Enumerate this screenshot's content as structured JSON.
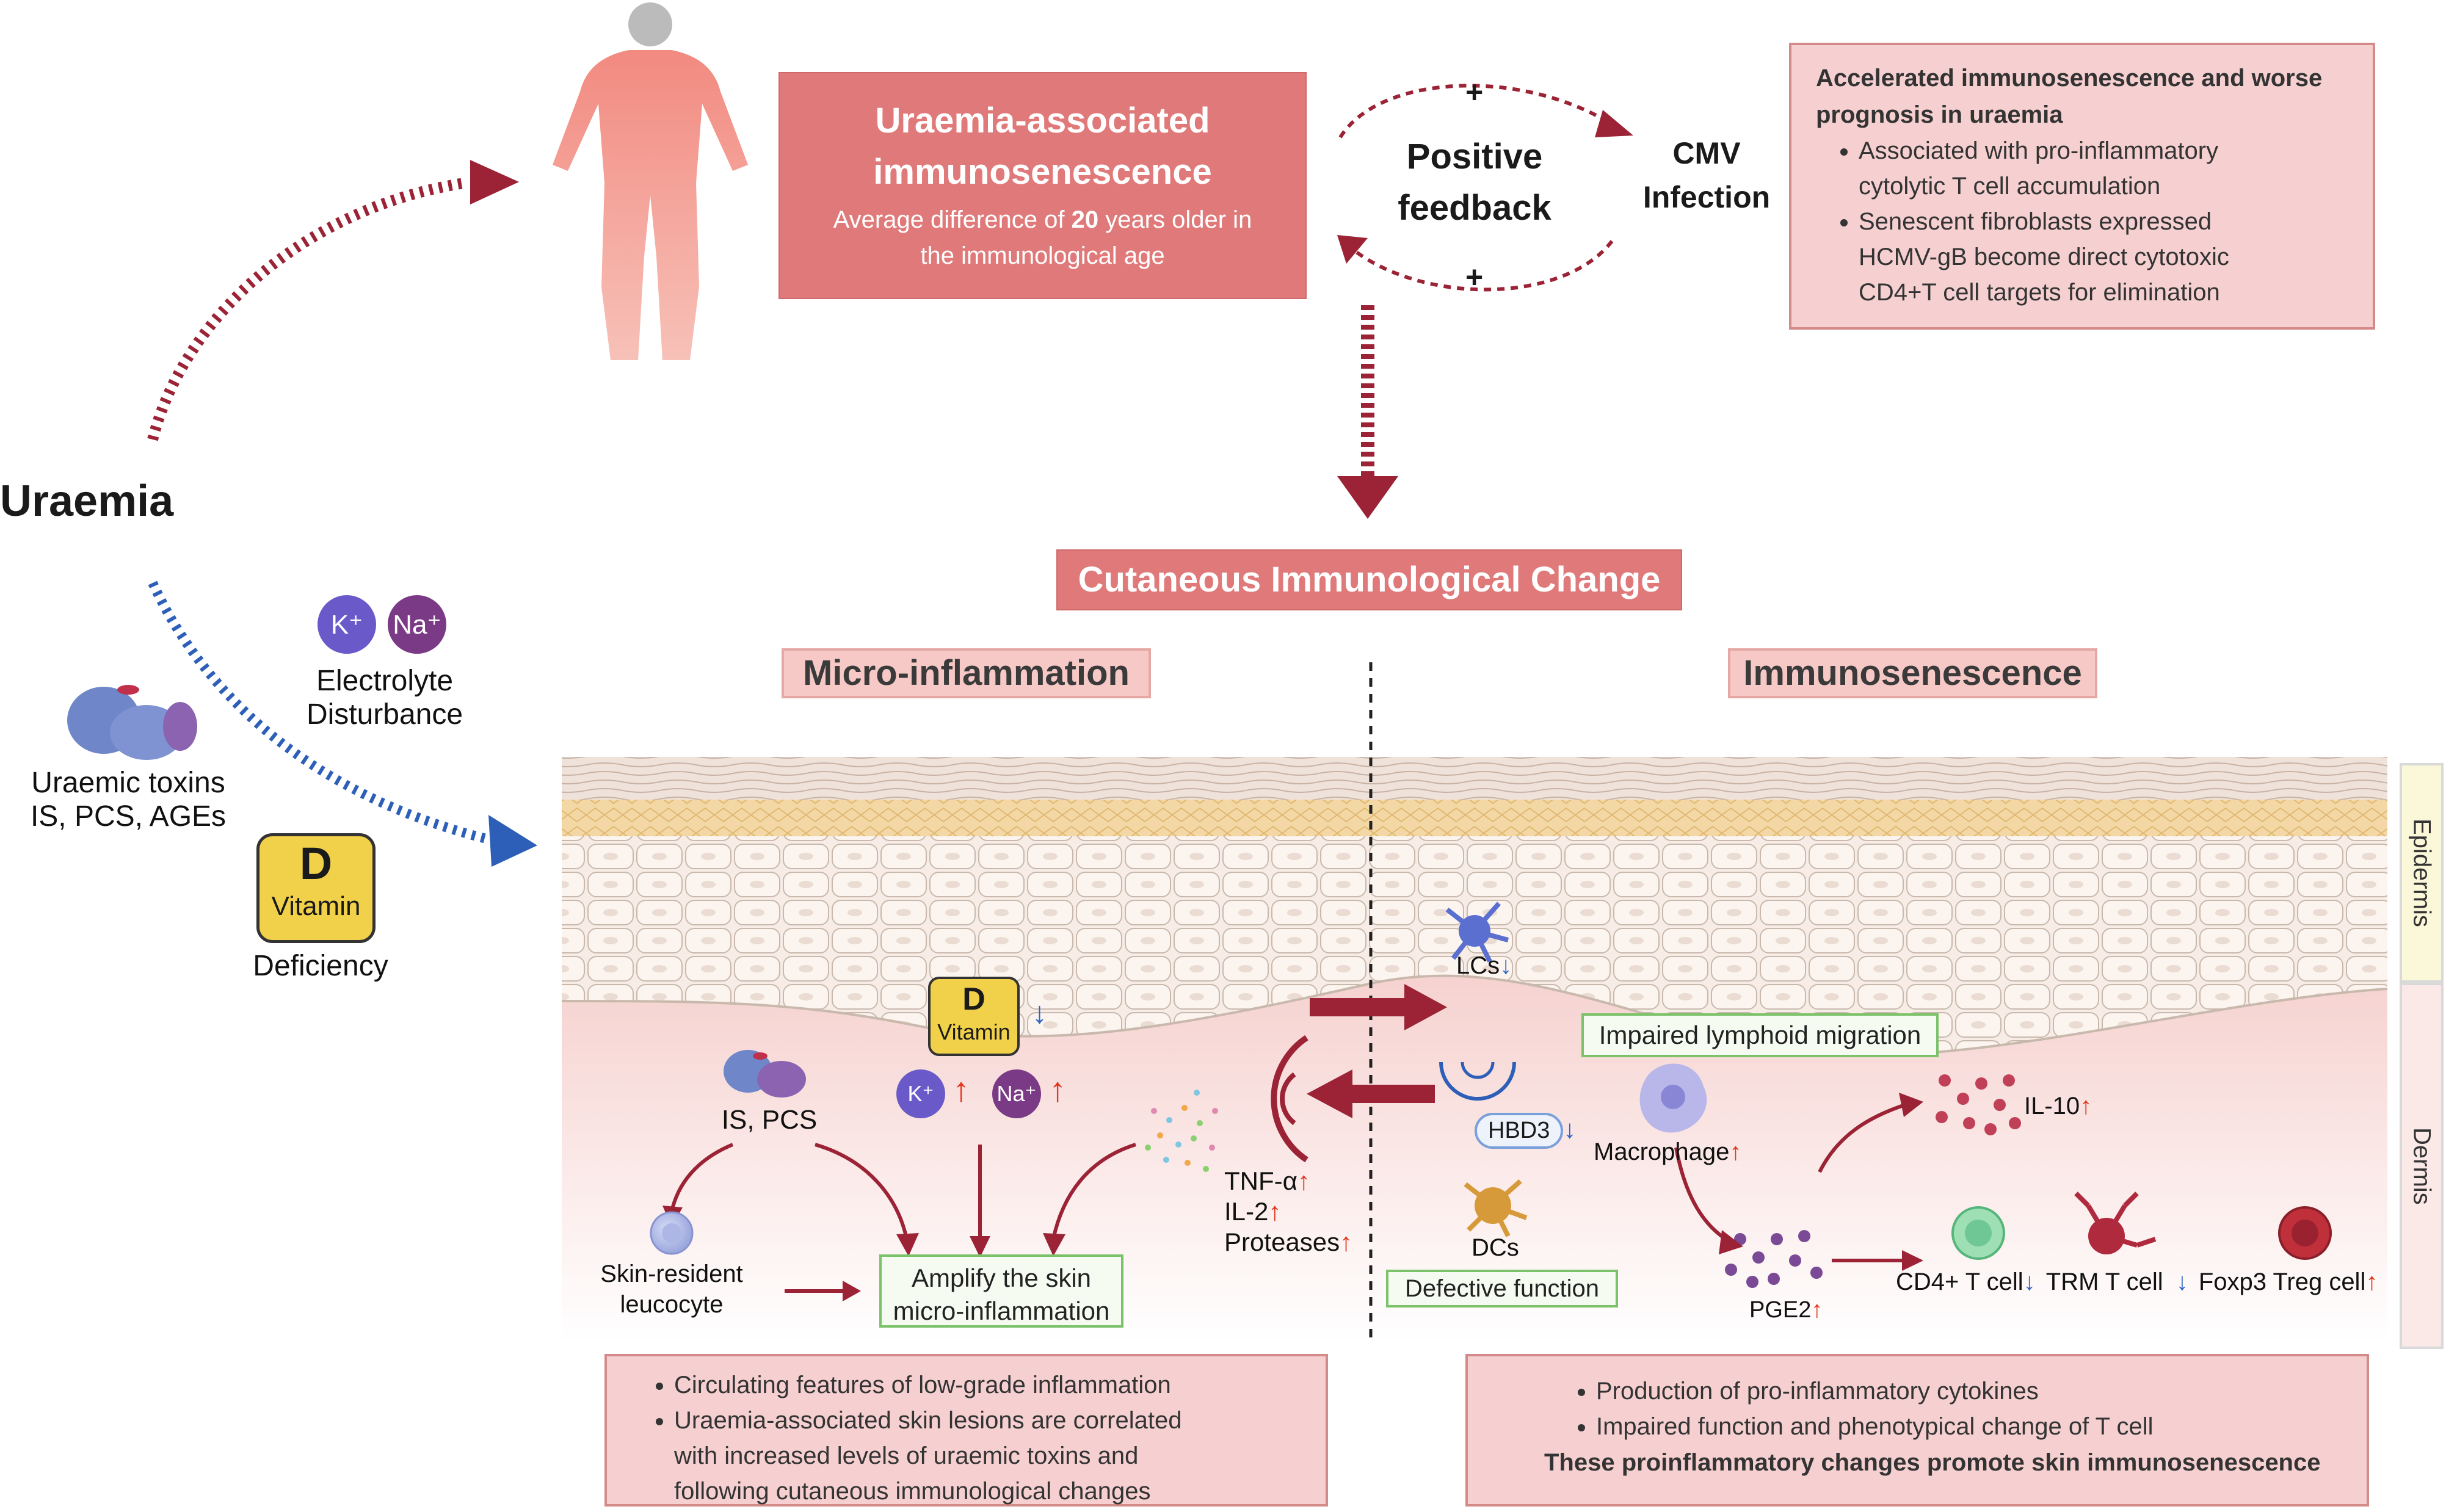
{
  "uraemia": "Uraemia",
  "toxins": {
    "line1": "Uraemic toxins",
    "line2": "IS, PCS, AGEs"
  },
  "electrolyte": {
    "k": "K⁺",
    "na": "Na⁺",
    "line1": "Electrolyte",
    "line2": "Disturbance"
  },
  "vitd": {
    "letter": "D",
    "word": "Vitamin",
    "caption": "Deficiency"
  },
  "main_box": {
    "title1": "Uraemia-associated",
    "title2": "immunosenescence",
    "sub_prefix": "Average difference of ",
    "sub_bold": "20",
    "sub_suffix": " years older in",
    "sub_line2": "the immunological age"
  },
  "feedback": {
    "line1": "Positive",
    "line2": "feedback",
    "plus": "+"
  },
  "cmv": {
    "line1": "CMV",
    "line2": "Infection"
  },
  "info_box": {
    "title1": "Accelerated immunosenescence and worse",
    "title2": "prognosis in uraemia",
    "b1_1": "Associated with pro-inflammatory",
    "b1_2": "cytolytic T cell accumulation",
    "b2_1": "Senescent fibroblasts expressed",
    "b2_2": "HCMV-gB become direct cytotoxic",
    "b2_3": "CD4+T cell targets for elimination"
  },
  "cutaneous": "Cutaneous Immunological Change",
  "micro": "Micro-inflammation",
  "immuno": "Immunosenescence",
  "epidermis": "Epidermis",
  "dermis": "Dermis",
  "skin": {
    "is_pcs": "IS, PCS",
    "k": "K⁺",
    "na": "Na⁺",
    "d": "D",
    "vitamin": "Vitamin",
    "skin_resident1": "Skin-resident",
    "skin_resident2": "leucocyte",
    "amplify1": "Amplify the skin",
    "amplify2": "micro-inflammation",
    "tnf": "TNF-α",
    "il2": "IL-2",
    "proteases": "Proteases",
    "lcs": "LCs",
    "impaired": "Impaired lymphoid migration",
    "hbd3": "HBD3",
    "dcs": "DCs",
    "defective": "Defective function",
    "macrophage": "Macrophage",
    "il10": "IL-10",
    "pge2": "PGE2",
    "cd4": "CD4+ T cell",
    "trm": "TRM T cell",
    "foxp3": "Foxp3 Treg cell",
    "up": "↑",
    "down": "↓"
  },
  "bottom_left": {
    "b1": "Circulating features of low-grade inflammation",
    "b2_1": "Uraemia-associated skin lesions are correlated",
    "b2_2": "with increased levels of uraemic toxins and",
    "b2_3": "following cutaneous immunological changes"
  },
  "bottom_right": {
    "b1": "Production of pro-inflammatory cytokines",
    "b2": "Impaired function and phenotypical change of T cell",
    "bold": "These proinflammatory changes promote skin immunosenescence"
  },
  "colors": {
    "dark_red": "#9b2335",
    "blue": "#2d5fb8",
    "pink": "#e07a7a"
  }
}
